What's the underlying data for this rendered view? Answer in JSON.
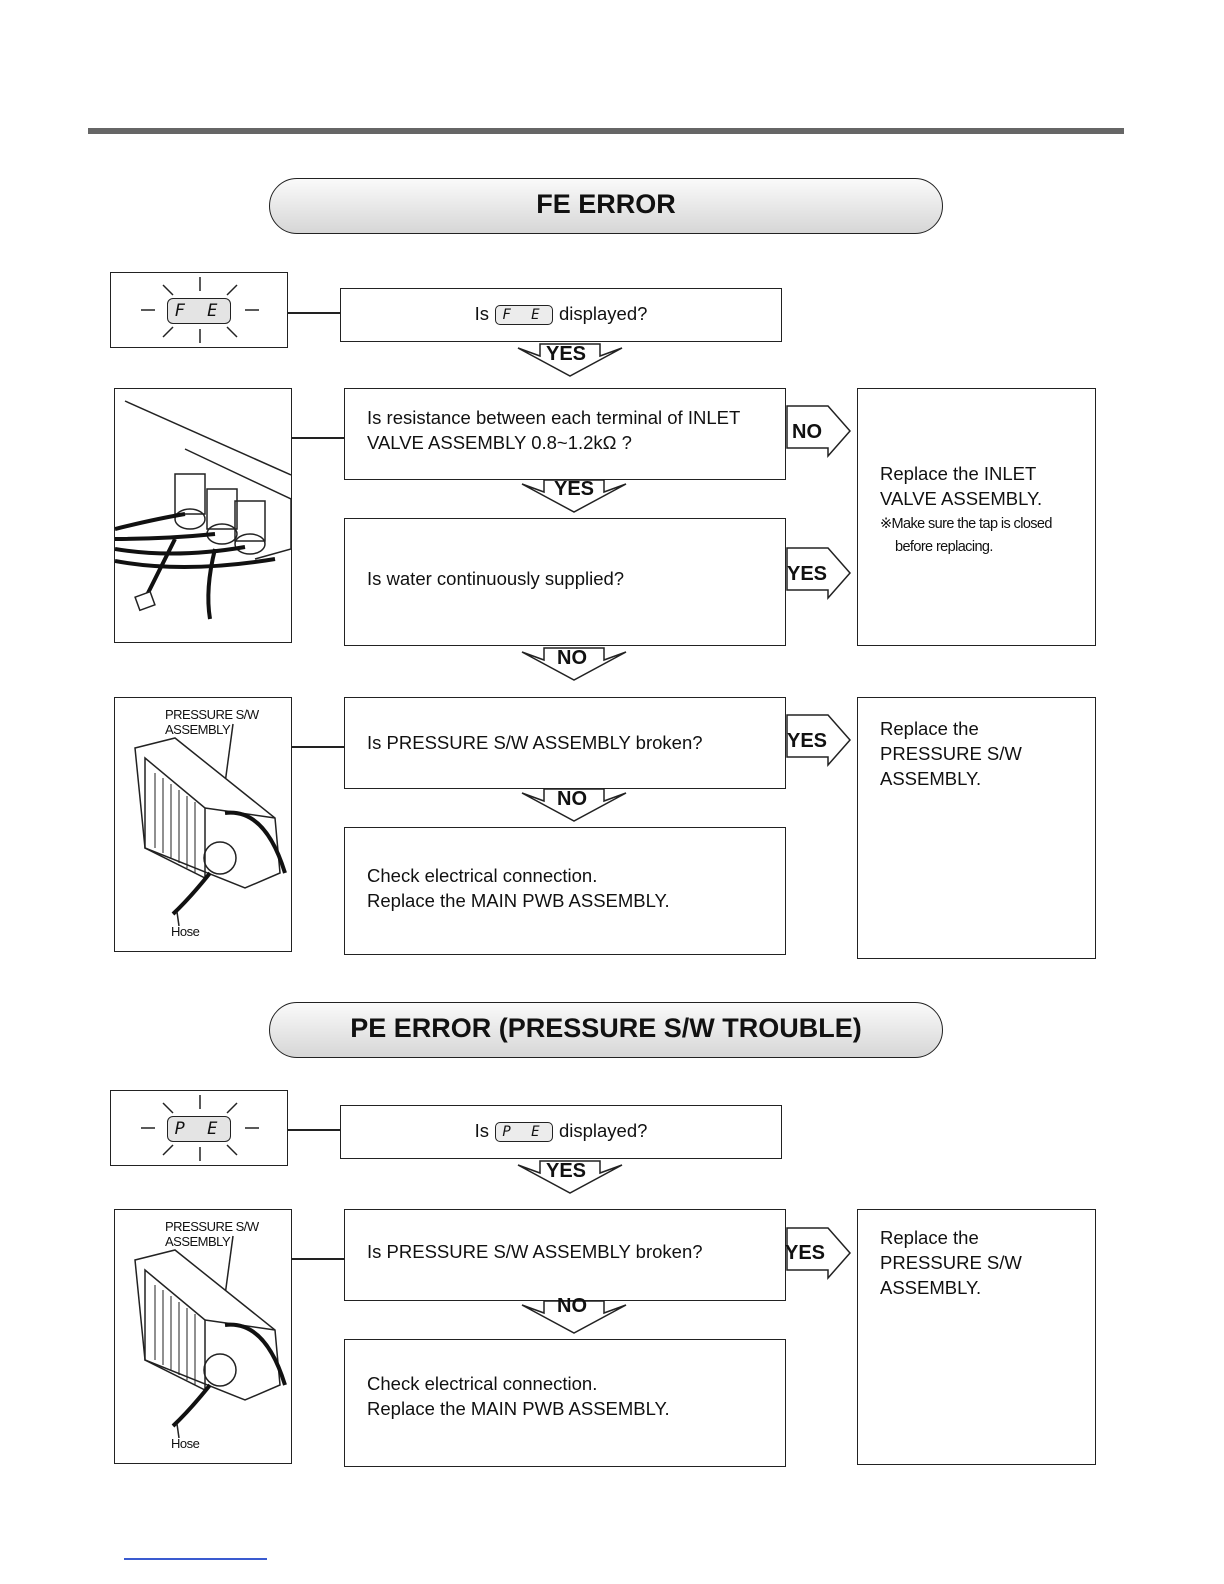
{
  "fe": {
    "title": "FE ERROR",
    "display_code": "F E",
    "q1_pre": "Is",
    "q1_post": "displayed?",
    "yes1": "YES",
    "q2_line1": "Is resistance between each terminal of INLET",
    "q2_line2": "VALVE ASSEMBLY 0.8~1.2kΩ ?",
    "no2": "NO",
    "yes2": "YES",
    "q3": "Is water continuously supplied?",
    "yes3": "YES",
    "no3": "NO",
    "replace_inlet_1": "Replace the INLET",
    "replace_inlet_2": "VALVE ASSEMBLY.",
    "note_1": "※Make sure the tap is closed",
    "note_2": "before replacing.",
    "q4": "Is PRESSURE S/W ASSEMBLY broken?",
    "yes4": "YES",
    "no4": "NO",
    "replace_ps_1": "Replace the",
    "replace_ps_2": "PRESSURE S/W",
    "replace_ps_3": "ASSEMBLY.",
    "check_1": "Check electrical connection.",
    "check_2": "Replace the MAIN PWB ASSEMBLY.",
    "pic_label": "PRESSURE S/W ASSEMBLY",
    "hose": "Hose"
  },
  "pe": {
    "title": "PE ERROR (PRESSURE S/W TROUBLE)",
    "display_code": "P E",
    "q1_pre": "Is",
    "q1_post": "displayed?",
    "yes1": "YES",
    "q2": "Is PRESSURE S/W ASSEMBLY broken?",
    "yes2": "YES",
    "no2": "NO",
    "replace_ps_1": "Replace the",
    "replace_ps_2": "PRESSURE S/W",
    "replace_ps_3": "ASSEMBLY.",
    "check_1": "Check electrical connection.",
    "check_2": "Replace the MAIN PWB ASSEMBLY.",
    "pic_label": "PRESSURE S/W ASSEMBLY",
    "hose": "Hose"
  }
}
